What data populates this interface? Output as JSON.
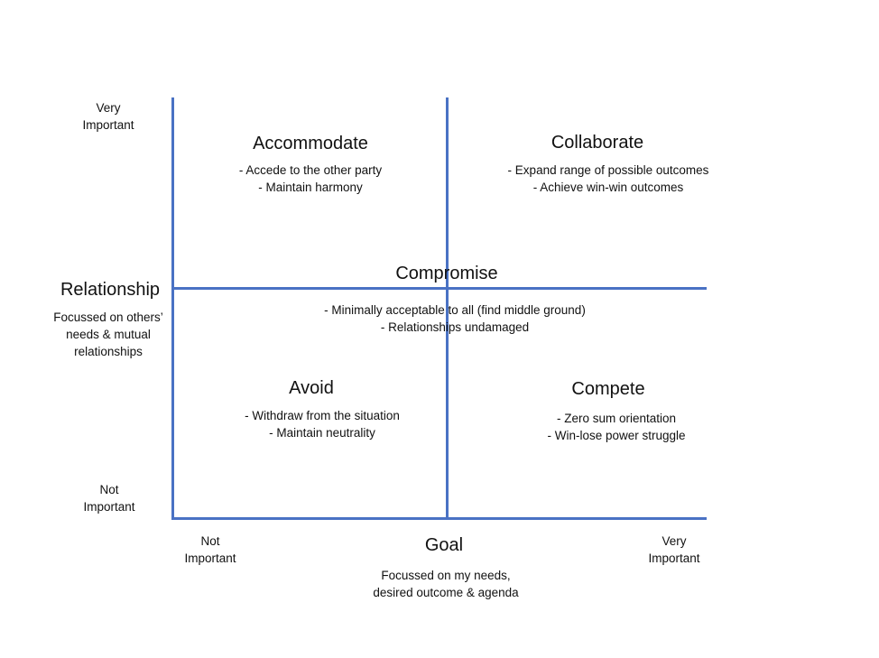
{
  "colors": {
    "axis_line": "#4a72c4",
    "text": "#111111"
  },
  "y_axis": {
    "top_label": [
      "Very",
      "Important"
    ],
    "bottom_label": [
      "Not",
      "Important"
    ],
    "title": "Relationship",
    "description": [
      "Focussed on others’",
      "needs & mutual",
      "relationships"
    ]
  },
  "x_axis": {
    "left_label": [
      "Not",
      "Important"
    ],
    "right_label": [
      "Very",
      "Important"
    ],
    "title": "Goal",
    "description": [
      "Focussed on my needs,",
      "desired outcome & agenda"
    ]
  },
  "quadrants": {
    "accommodate": {
      "title": "Accommodate",
      "points": [
        "- Accede to the other party",
        "- Maintain harmony"
      ]
    },
    "collaborate": {
      "title": "Collaborate",
      "points": [
        "- Expand range of possible outcomes",
        "- Achieve win-win outcomes"
      ]
    },
    "compromise": {
      "title": "Compromise",
      "points": [
        "- Minimally acceptable to all (find middle ground)",
        "- Relationships undamaged"
      ]
    },
    "avoid": {
      "title": "Avoid",
      "points": [
        "- Withdraw from the situation",
        "- Maintain neutrality"
      ]
    },
    "compete": {
      "title": "Compete",
      "points": [
        "- Zero sum orientation",
        "- Win-lose power struggle"
      ]
    }
  }
}
